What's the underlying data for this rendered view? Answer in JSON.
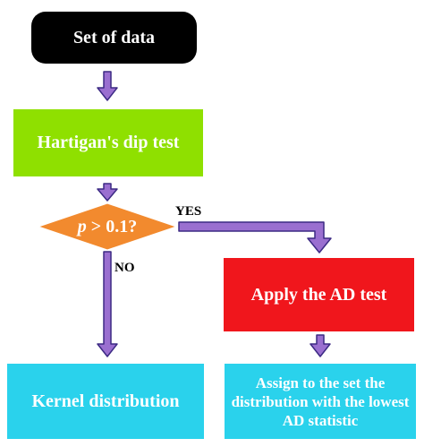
{
  "nodes": {
    "start": "Set of data",
    "dip_test": "Hartigan's dip test",
    "decision_var": "p",
    "decision_rest": " > 0.1?",
    "ad_test": "Apply the AD test",
    "kernel": "Kernel distribution",
    "assign": "Assign to the set the distribution with the lowest AD statistic"
  },
  "edges": {
    "yes": "YES",
    "no": "NO"
  },
  "colors": {
    "start": "#000000",
    "dip_test": "#8fe000",
    "decision": "#f28a2e",
    "ad_test": "#f0161c",
    "result": "#2ad2ec",
    "arrow_fill": "#9a6fd0",
    "arrow_stroke": "#3c2a84"
  }
}
